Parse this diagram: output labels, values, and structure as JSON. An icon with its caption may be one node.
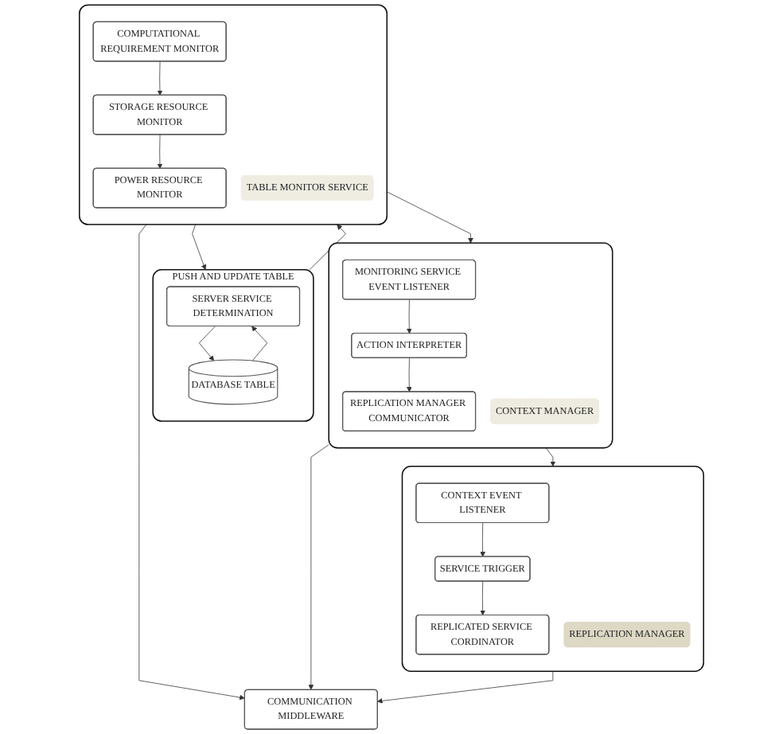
{
  "diagram": {
    "nodes": [
      {
        "text": [
          "PUSH AND UPDATE TABLE"
        ]
      },
      {
        "text": [
          "SERVER SERVICE DETERMINATION"
        ],
        "in": 0
      },
      {
        "text": [
          "DATABASE TABLE"
        ],
        "in": 0
      },
      {
        "text": [],
        "shape": "box"
      },
      {
        "text": [
          "COMPUTATIONAL REQUIREMENT MONITOR"
        ],
        "in": 3
      },
      {
        "text": [
          "STORAGE RESOURCE MONITOR"
        ],
        "in": 3
      },
      {
        "text": [
          "POWER RESOURCE MONITOR"
        ],
        "in": 3
      },
      {
        "text": [
          "TABLE MONITOR SERVICE"
        ],
        "in": 3
      },
      {
        "text": [],
        "shape": "box"
      },
      {
        "text": [
          "MONITORING SERVICE EVENT LISTENER"
        ],
        "in": 8
      },
      {
        "text": [
          "ACTION INTERPRETER"
        ],
        "in": 8
      },
      {
        "text": [
          "REPLICATION MANAGER COMMUNICATOR"
        ],
        "in": 8
      },
      {
        "text": [
          "CONTEXT MANAGER"
        ],
        "in": 8
      },
      {
        "text": [],
        "shape": "box"
      },
      {
        "text": [
          "CONTEXT EVENT LISTENER"
        ],
        "in": 13
      },
      {
        "text": [
          "SERVICE TRIGGER"
        ],
        "in": 13
      },
      {
        "text": [
          "REPLICATED SERVICE CORDINATOR"
        ],
        "in": 13
      },
      {
        "text": [
          "REPLICATION MANAGER"
        ],
        "in": 13
      },
      {
        "text": [
          "COMMUNICATION MIDDLEWARE"
        ]
      }
    ],
    "edges": [
      {
        "from": 1,
        "to": 2,
        "arrow": "to"
      },
      {
        "from": 2,
        "to": 1,
        "arrow": "to"
      },
      {
        "from": 0,
        "to": 3,
        "arrow": "to"
      },
      {
        "from": 3,
        "to": 0,
        "arrow": "to"
      },
      {
        "from": 4,
        "to": 5,
        "arrow": "to"
      },
      {
        "from": 5,
        "to": 6,
        "arrow": "to"
      },
      {
        "from": 3,
        "to": 8,
        "arrow": "to"
      },
      {
        "from": 9,
        "to": 10,
        "arrow": "to"
      },
      {
        "from": 10,
        "to": 11,
        "arrow": "to"
      },
      {
        "from": 8,
        "to": 13,
        "arrow": "to"
      },
      {
        "from": 14,
        "to": 15,
        "arrow": "to"
      },
      {
        "from": 15,
        "to": 16,
        "arrow": "to"
      },
      {
        "from": 3,
        "to": 18,
        "arrow": "to"
      },
      {
        "from": 8,
        "to": 18,
        "arrow": "to"
      },
      {
        "from": 13,
        "to": 18,
        "arrow": "to"
      }
    ]
  }
}
